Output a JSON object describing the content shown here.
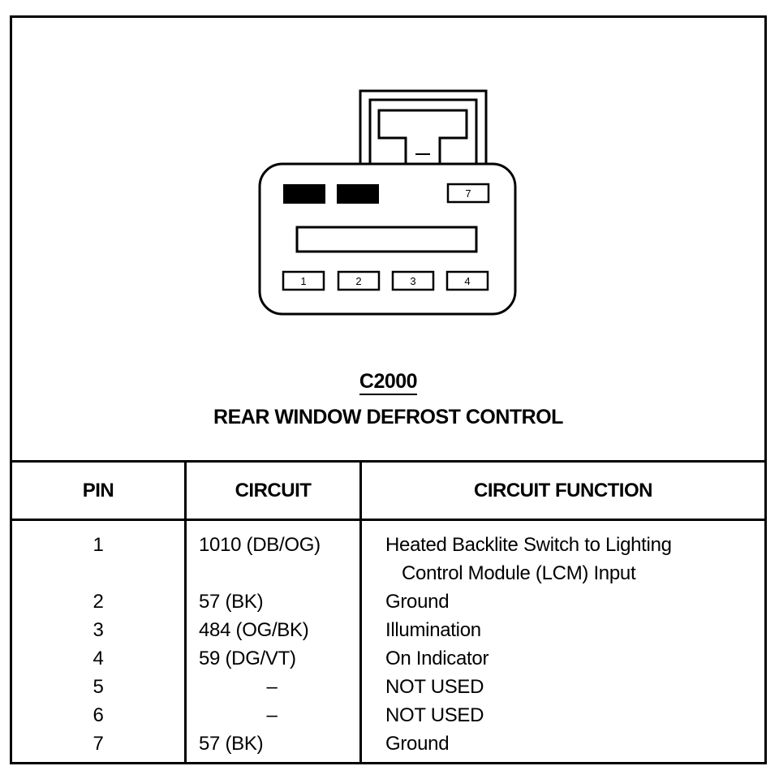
{
  "connector": {
    "id": "C2000",
    "title": "REAR WINDOW DEFROST CONTROL",
    "pin_labels": [
      "7",
      "1",
      "2",
      "3",
      "4"
    ]
  },
  "table": {
    "headers": {
      "pin": "PIN",
      "circuit": "CIRCUIT",
      "function": "CIRCUIT FUNCTION"
    },
    "rows": [
      {
        "pin": "1",
        "circuit": "1010 (DB/OG)",
        "function_line1": "Heated Backlite Switch to Lighting",
        "function_line2": "Control Module (LCM) Input"
      },
      {
        "pin": "2",
        "circuit": "57 (BK)",
        "function": "Ground"
      },
      {
        "pin": "3",
        "circuit": "484 (OG/BK)",
        "function": "Illumination"
      },
      {
        "pin": "4",
        "circuit": "59 (DG/VT)",
        "function": "On Indicator"
      },
      {
        "pin": "5",
        "circuit": "–",
        "function": "NOT USED"
      },
      {
        "pin": "6",
        "circuit": "–",
        "function": "NOT USED"
      },
      {
        "pin": "7",
        "circuit": "57 (BK)",
        "function": "Ground"
      }
    ]
  }
}
